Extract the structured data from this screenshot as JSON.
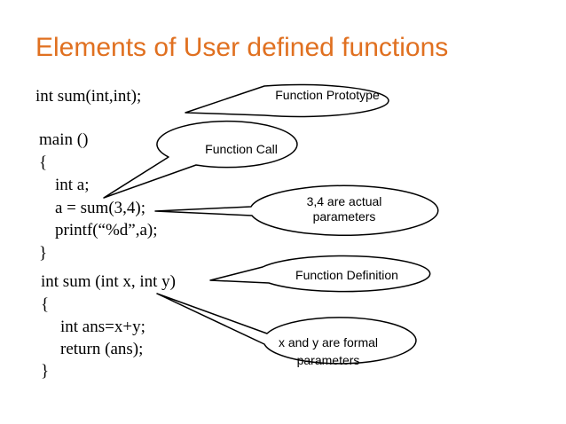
{
  "slide": {
    "title": "Elements of User defined functions"
  },
  "code": {
    "prototype": "int sum(int,int);",
    "main_lines": [
      "main ()",
      "{",
      "int a;",
      "a = sum(3,4);",
      "printf(“%d”,a);",
      "}"
    ],
    "definition_lines": [
      "int sum (int x, int y)",
      "{",
      "int ans=x+y;",
      "return (ans);",
      "}"
    ]
  },
  "callouts": {
    "prototype": "Function Prototype",
    "call": "Function Call",
    "actual_params": [
      "3,4 are actual",
      "parameters"
    ],
    "definition": "Function Definition",
    "formal_params": [
      "x and y are formal",
      "parameters"
    ]
  },
  "colors": {
    "title": "#e07020",
    "text": "#000000",
    "bubble_fill": "#ffffff",
    "bubble_stroke": "#000000"
  }
}
